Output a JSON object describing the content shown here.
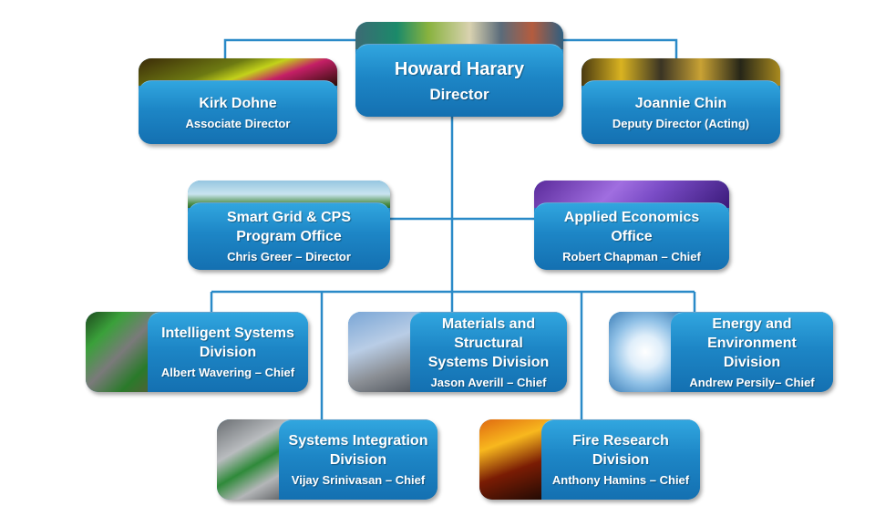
{
  "org_chart": {
    "director": {
      "name": "Howard Harary",
      "title": "Director"
    },
    "associate_director": {
      "name": "Kirk Dohne",
      "title": "Associate Director"
    },
    "deputy_director": {
      "name": "Joannie Chin",
      "title": "Deputy Director (Acting)"
    },
    "smart_grid_office": {
      "name_line1": "Smart Grid & CPS",
      "name_line2": "Program Office",
      "head": "Chris Greer – Director"
    },
    "applied_economics_office": {
      "name_line1": "Applied Economics",
      "name_line2": "Office",
      "head": "Robert Chapman – Chief"
    },
    "intelligent_systems": {
      "name_line1": "Intelligent Systems",
      "name_line2": "Division",
      "head": "Albert Wavering – Chief"
    },
    "materials_structural": {
      "name_line1": "Materials and Structural",
      "name_line2": "Systems Division",
      "head": "Jason Averill – Chief"
    },
    "energy_environment": {
      "name_line1": "Energy and Environment",
      "name_line2": "Division",
      "head": "Andrew Persily– Chief"
    },
    "systems_integration": {
      "name_line1": "Systems Integration",
      "name_line2": "Division",
      "head": "Vijay Srinivasan – Chief"
    },
    "fire_research": {
      "name_line1": "Fire Research",
      "name_line2": "Division",
      "head": "Anthony Hamins – Chief"
    }
  },
  "colors": {
    "connector": "#2a8ac8",
    "box_top": "#2a9ad3",
    "box_bottom": "#0f69a8",
    "text": "#ffffff"
  }
}
